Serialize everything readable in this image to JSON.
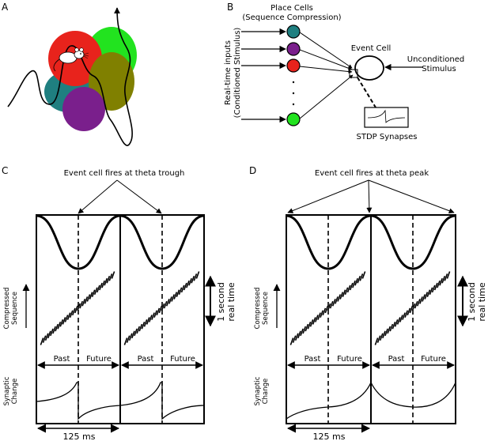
{
  "panels": {
    "a": {
      "letter": "A"
    },
    "b": {
      "letter": "B",
      "place_cells_title": "Place Cells",
      "place_cells_subtitle": "(Sequence Compression)",
      "inputs_line1": "Real-time inputs",
      "inputs_line2": "(Conditioned Stimulus)",
      "event_cell": "Event Cell",
      "unconditioned_line1": "Unconditioned",
      "unconditioned_line2": "Stimulus",
      "stdp": "STDP Synapses",
      "cell_colors": [
        "#1f7f80",
        "#7a1f8c",
        "#e8231c",
        "#22e31f"
      ]
    },
    "c": {
      "letter": "C",
      "annotation": "Event cell fires at theta trough",
      "sequence_line1": "Compressed",
      "sequence_line2": "Sequence",
      "realtime_line1": "1 second",
      "realtime_line2": "real time",
      "past": "Past",
      "future": "Future",
      "synaptic_line1": "Synaptic",
      "synaptic_line2": "Change",
      "timescale": "125 ms"
    },
    "d": {
      "letter": "D",
      "annotation": "Event cell fires at theta peak",
      "sequence_line1": "Compressed",
      "sequence_line2": "Sequence",
      "realtime_line1": "1 second",
      "realtime_line2": "real time",
      "past": "Past",
      "future": "Future",
      "synaptic_line1": "Synaptic",
      "synaptic_line2": "Change",
      "timescale": "125 ms"
    }
  },
  "colors": {
    "place_field_red": "#e8231c",
    "place_field_green": "#22e31f",
    "place_field_olive": "#808000",
    "place_field_teal": "#1f7f80",
    "place_field_purple": "#7a1f8c"
  }
}
